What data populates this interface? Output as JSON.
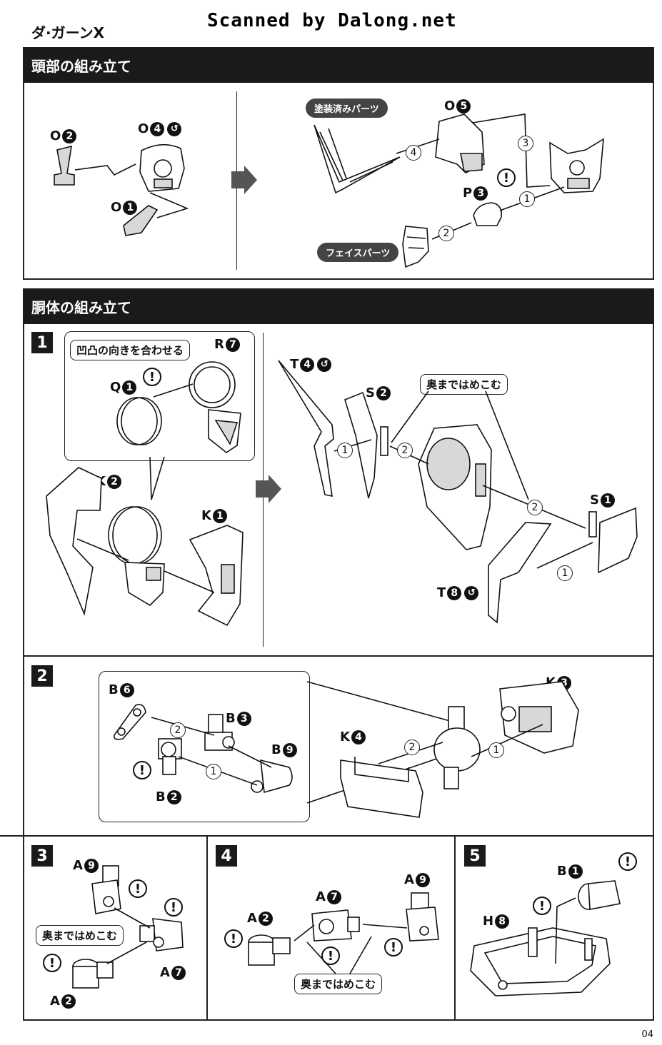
{
  "header": {
    "scan_credit": "Scanned by Dalong.net",
    "model_name": "ダ·ガーンX"
  },
  "sections": {
    "head": {
      "title": "頭部の組み立て"
    },
    "body": {
      "title": "胴体の組み立て"
    }
  },
  "head_assembly": {
    "left": [
      {
        "id": "O2",
        "letter": "O",
        "num": "2",
        "paint": false
      },
      {
        "id": "O4",
        "letter": "O",
        "num": "4",
        "paint": true
      },
      {
        "id": "O1",
        "letter": "O",
        "num": "1",
        "paint": false
      }
    ],
    "right": [
      {
        "id": "O5",
        "letter": "O",
        "num": "5",
        "paint": false
      },
      {
        "id": "P3",
        "letter": "P",
        "num": "3",
        "paint": false
      }
    ],
    "labels": {
      "painted_parts": "塗装済みパーツ",
      "face_parts": "フェイスパーツ"
    },
    "steps": [
      "1",
      "2",
      "3",
      "4"
    ]
  },
  "step1": {
    "number": "1",
    "note": "凹凸の向きを合わせる",
    "parts": {
      "R7": {
        "letter": "R",
        "num": "7"
      },
      "Q1": {
        "letter": "Q",
        "num": "1"
      },
      "K2": {
        "letter": "K",
        "num": "2"
      },
      "K1": {
        "letter": "K",
        "num": "1"
      },
      "T4": {
        "letter": "T",
        "num": "4"
      },
      "S2": {
        "letter": "S",
        "num": "2"
      },
      "S1": {
        "letter": "S",
        "num": "1"
      },
      "T8": {
        "letter": "T",
        "num": "8"
      }
    },
    "push_note": "奥まではめこむ"
  },
  "step2": {
    "number": "2",
    "parts": {
      "B6": {
        "letter": "B",
        "num": "6"
      },
      "B3": {
        "letter": "B",
        "num": "3"
      },
      "B9": {
        "letter": "B",
        "num": "9"
      },
      "B2": {
        "letter": "B",
        "num": "2"
      },
      "K4": {
        "letter": "K",
        "num": "4"
      },
      "K3": {
        "letter": "K",
        "num": "3"
      }
    }
  },
  "step3": {
    "number": "3",
    "parts": {
      "A9": {
        "letter": "A",
        "num": "9"
      },
      "A7": {
        "letter": "A",
        "num": "7"
      },
      "A2": {
        "letter": "A",
        "num": "2"
      }
    },
    "push_note": "奥まではめこむ"
  },
  "step4": {
    "number": "4",
    "parts": {
      "A7": {
        "letter": "A",
        "num": "7"
      },
      "A9": {
        "letter": "A",
        "num": "9"
      },
      "A2": {
        "letter": "A",
        "num": "2"
      }
    },
    "push_note": "奥まではめこむ"
  },
  "step5": {
    "number": "5",
    "parts": {
      "B1": {
        "letter": "B",
        "num": "1"
      },
      "H8": {
        "letter": "H",
        "num": "8"
      }
    }
  },
  "icons": {
    "caution": "!",
    "paint": "↺"
  },
  "footer": {
    "page_number": "04"
  }
}
